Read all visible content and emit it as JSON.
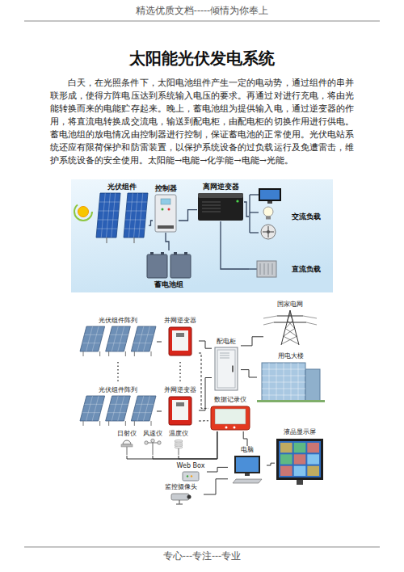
{
  "diagram": {
    "title": "太阳能光伏发电系统",
    "nodes": [
      {
        "text": [
          "光伏组件"
        ]
      },
      {
        "text": [
          "控制器"
        ]
      },
      {
        "text": [
          "离网逆变器"
        ]
      },
      {
        "text": [
          "交流负载"
        ]
      },
      {
        "text": [
          "直流负载"
        ]
      },
      {
        "text": [
          "蓄电池组"
        ]
      },
      {
        "text": [
          "光伏组件阵列"
        ]
      },
      {
        "text": [
          "并网逆变器"
        ]
      },
      {
        "text": [
          "光伏组件阵列"
        ]
      },
      {
        "text": [
          "并网逆变器"
        ]
      },
      {
        "text": [
          "配电柜"
        ]
      },
      {
        "text": [
          "国家电网"
        ]
      },
      {
        "text": [
          "用电大楼"
        ]
      },
      {
        "text": [
          "数据记录仪"
        ]
      },
      {
        "text": [
          "日射仪"
        ]
      },
      {
        "text": [
          "风速仪"
        ]
      },
      {
        "text": [
          "温度仪"
        ]
      },
      {
        "text": [
          "电脑"
        ]
      },
      {
        "text": [
          "Web Box"
        ]
      },
      {
        "text": [
          "监控摄像头"
        ]
      },
      {
        "text": [
          "液晶显示屏"
        ]
      }
    ],
    "edges": [
      {
        "from": 0,
        "to": 1,
        "arrow": "none"
      },
      {
        "from": 1,
        "to": 2,
        "arrow": "none"
      },
      {
        "from": 1,
        "to": 5,
        "arrow": "none"
      },
      {
        "from": 2,
        "to": 3,
        "arrow": "none"
      },
      {
        "from": 2,
        "to": 4,
        "arrow": "none"
      },
      {
        "from": 6,
        "to": 7,
        "arrow": "none"
      },
      {
        "from": 8,
        "to": 9,
        "arrow": "none"
      },
      {
        "from": 7,
        "to": 10,
        "arrow": "none"
      },
      {
        "from": 9,
        "to": 10,
        "arrow": "none"
      },
      {
        "from": 10,
        "to": 11,
        "arrow": "none"
      },
      {
        "from": 10,
        "to": 12,
        "arrow": "none"
      },
      {
        "from": 7,
        "to": 13,
        "arrow": "none"
      },
      {
        "from": 9,
        "to": 13,
        "arrow": "none"
      },
      {
        "from": 14,
        "to": 13,
        "arrow": "none"
      },
      {
        "from": 15,
        "to": 13,
        "arrow": "none"
      },
      {
        "from": 16,
        "to": 13,
        "arrow": "none"
      },
      {
        "from": 13,
        "to": 17,
        "arrow": "none"
      },
      {
        "from": 18,
        "to": 17,
        "arrow": "none"
      },
      {
        "from": 19,
        "to": 17,
        "arrow": "none"
      },
      {
        "from": 17,
        "to": 20,
        "arrow": "none"
      }
    ],
    "labels": [
      "精选优质文档-----倾情为你奉上",
      "白天，在光照条件下，太阳电池组件产生一定的电动势，通过组件的串并联形成，使得方阵电压达到系统输入电压的要求。再通过对进行充电，将由光能转换而来的电能贮存起来。晚上，蓄电池组为提供输入电，通过逆变器的作用，将直流电转换成交流电，输送到配电柜，由配电柜的切换作用进行供电。蓄电池组的放电情况由控制器进行控制，保证蓄电池的正常使用。光伏电站系统还应有限荷保护和防雷装置，以保护系统设备的过负载运行及免遭雷击，维护系统设备的安全使用。太阳能→电能→化学能→电能→光能。",
      "专心---专注---专业"
    ]
  }
}
